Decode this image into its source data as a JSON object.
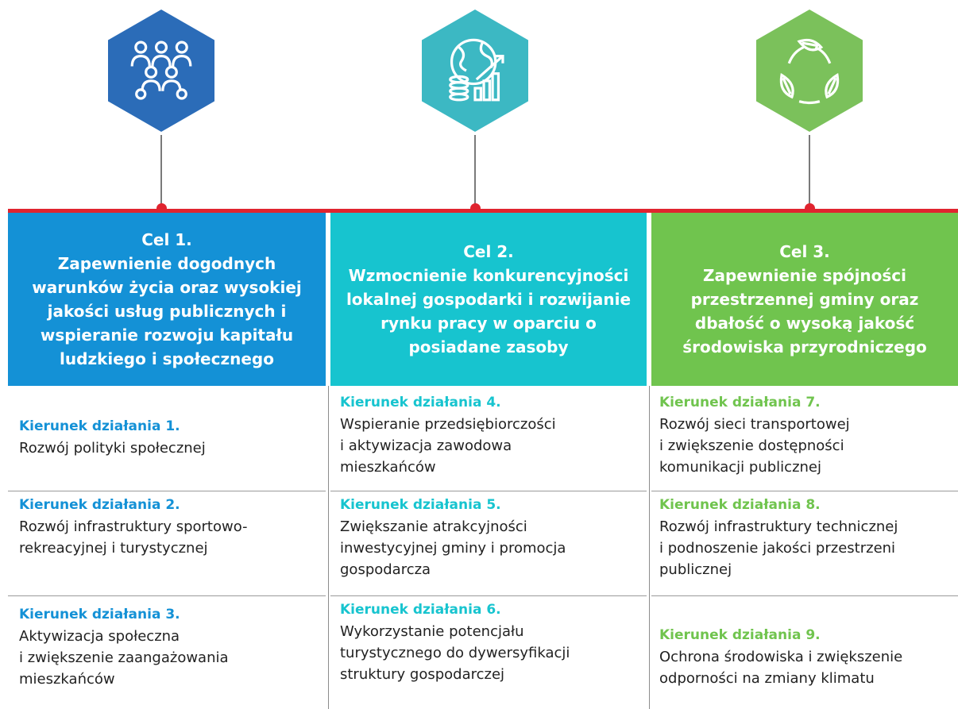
{
  "colors": {
    "goal1": "#1491d6",
    "goal2": "#17c4cf",
    "goal3": "#70c44e",
    "hex1": "#2b6cb8",
    "hex2": "#3cb8c3",
    "hex3": "#7bc15b",
    "accent_line": "#e0242f"
  },
  "icons": [
    "people-group-icon",
    "globe-coins-chart-icon",
    "recycle-leaves-icon"
  ],
  "goals": [
    {
      "title": "Cel 1.",
      "text": "Zapewnienie dogodnych warunków życia oraz wysokiej jakości usług publicznych i wspieranie rozwoju kapitału ludzkiego i społecznego"
    },
    {
      "title": "Cel 2.",
      "text": "Wzmocnienie konkurencyjności lokalnej gospodarki i rozwijanie rynku pracy w oparciu o posiadane zasoby"
    },
    {
      "title": "Cel 3.",
      "text": "Zapewnienie spójności przestrzennej gminy oraz dbałość o wysoką jakość środowiska przyrodniczego"
    }
  ],
  "directions": [
    [
      {
        "label": "Kierunek działania 1.",
        "text": "Rozwój polityki społecznej"
      },
      {
        "label": "Kierunek działania 2.",
        "text": "Rozwój infrastruktury sportowo-\nrekreacyjnej i turystycznej"
      },
      {
        "label": "Kierunek działania 3.",
        "text": "Aktywizacja społeczna\ni zwiększenie zaangażowania\nmieszkańców"
      }
    ],
    [
      {
        "label": "Kierunek działania 4.",
        "text": "Wspieranie przedsiębiorczości\ni aktywizacja zawodowa\nmieszkańców"
      },
      {
        "label": "Kierunek działania 5.",
        "text": "Zwiększanie atrakcyjności\ninwestycyjnej gminy i promocja\ngospodarcza"
      },
      {
        "label": "Kierunek działania 6.",
        "text": "Wykorzystanie potencjału\nturystycznego do dywersyfikacji\nstruktury gospodarczej"
      }
    ],
    [
      {
        "label": "Kierunek działania 7.",
        "text": "Rozwój sieci transportowej\ni zwiększenie dostępności\nkomunikacji publicznej"
      },
      {
        "label": "Kierunek działania 8.",
        "text": "Rozwój infrastruktury technicznej\ni podnoszenie jakości przestrzeni\npublicznej"
      },
      {
        "label": "Kierunek działania 9.",
        "text": "Ochrona środowiska i zwiększenie\nodporności na zmiany klimatu"
      }
    ]
  ]
}
